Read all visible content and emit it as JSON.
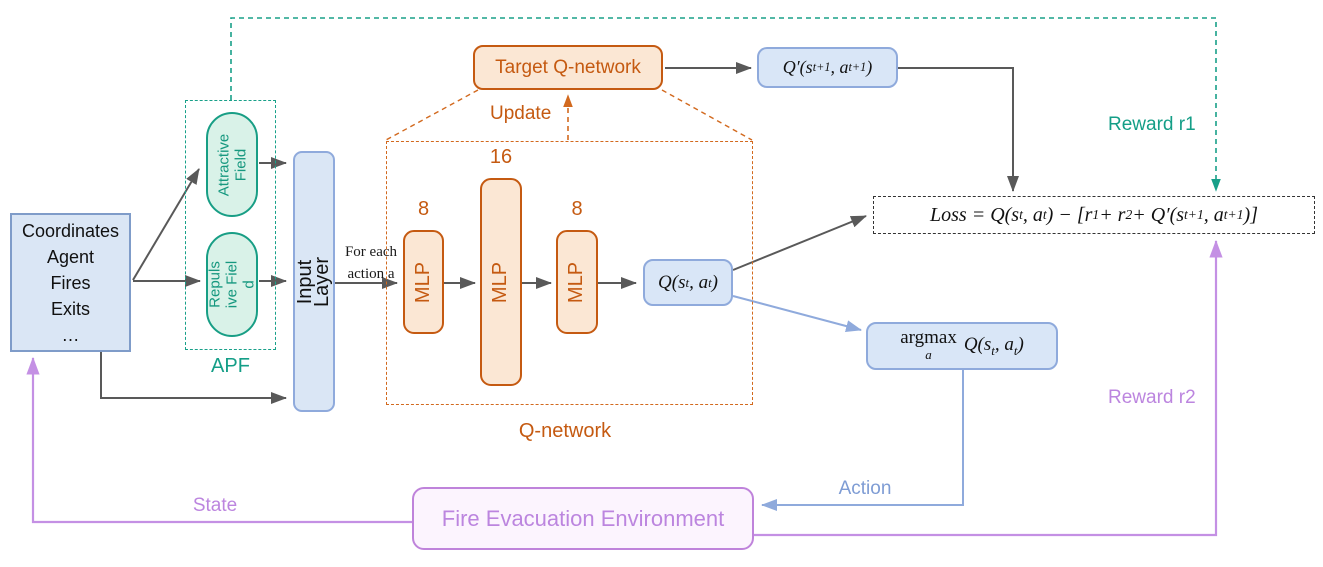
{
  "colors": {
    "gray_arrow": "#595959",
    "blue_border": "#8FAADC",
    "blue_fill": "#DAE6F5",
    "blue_label": "#7E9CD4",
    "teal": "#18A089",
    "teal_fill": "#D9F2E8",
    "orange": "#C55A11",
    "orange_fill": "#FBE7D4",
    "purple": "#BF83DB",
    "purple_fill": "#FCF4FE",
    "loss_border": "#333333"
  },
  "state_box": {
    "line1": "Coordinates",
    "line2": "Agent",
    "line3": "Fires",
    "line4": "Exits",
    "line5": "…"
  },
  "apf": {
    "label": "APF",
    "attractive": "Attractive Field",
    "repulsive": "Repulsive Field"
  },
  "input_layer": {
    "label": "Input Layer"
  },
  "annotations": {
    "for_each": "For each action a",
    "update": "Update"
  },
  "q_network": {
    "label": "Q-network",
    "layers": [
      {
        "units": "8",
        "name": "MLP"
      },
      {
        "units": "16",
        "name": "MLP"
      },
      {
        "units": "8",
        "name": "MLP"
      }
    ],
    "output": "Q(s{t}, a{t})"
  },
  "target_q_network": {
    "label": "Target Q-network",
    "output": "Q′(s{t+1}, a{t+1})"
  },
  "loss": {
    "formula": "Loss =  Q(s{t}, a{t}) − [r{1} + r{2} + Q′(s{t+1}, a{t+1})]"
  },
  "argmax": {
    "operator": "argmax",
    "subscript": "a",
    "expression": "Q(s{t}, a{t})"
  },
  "environment": {
    "label": "Fire Evacuation Environment"
  },
  "edge_labels": {
    "state": "State",
    "action": "Action",
    "reward1": "Reward r1",
    "reward2": "Reward r2"
  }
}
